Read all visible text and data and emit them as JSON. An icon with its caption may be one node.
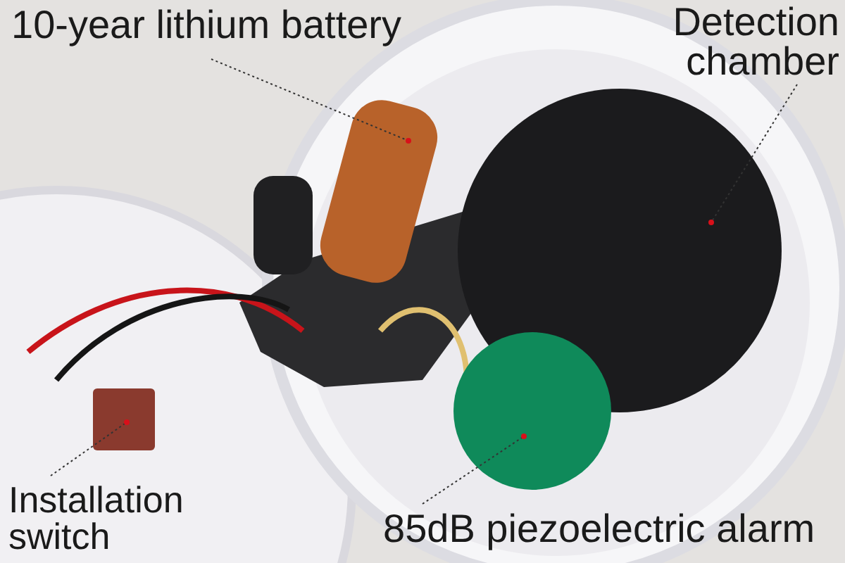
{
  "diagram": {
    "nodes": [
      {
        "text": [
          "10-year lithium battery"
        ]
      },
      {
        "text": [
          "Detection chamber"
        ]
      },
      {
        "text": [],
        "shape": "cylinder"
      },
      {
        "text": [],
        "shape": "circle"
      },
      {
        "text": [
          "Installation switch"
        ]
      },
      {
        "text": [],
        "shape": "box"
      },
      {
        "text": [],
        "shape": "circle"
      },
      {
        "text": [
          "85dB piezoelectric alarm"
        ]
      }
    ],
    "edges": [
      {
        "from": 0,
        "to": 2,
        "arrow": "other",
        "style": "dashed"
      },
      {
        "from": 1,
        "to": 3,
        "arrow": "other",
        "style": "dashed"
      },
      {
        "from": 4,
        "to": 5,
        "arrow": "other",
        "style": "dashed"
      },
      {
        "from": 7,
        "to": 6,
        "arrow": "other",
        "style": "dashed"
      }
    ]
  }
}
